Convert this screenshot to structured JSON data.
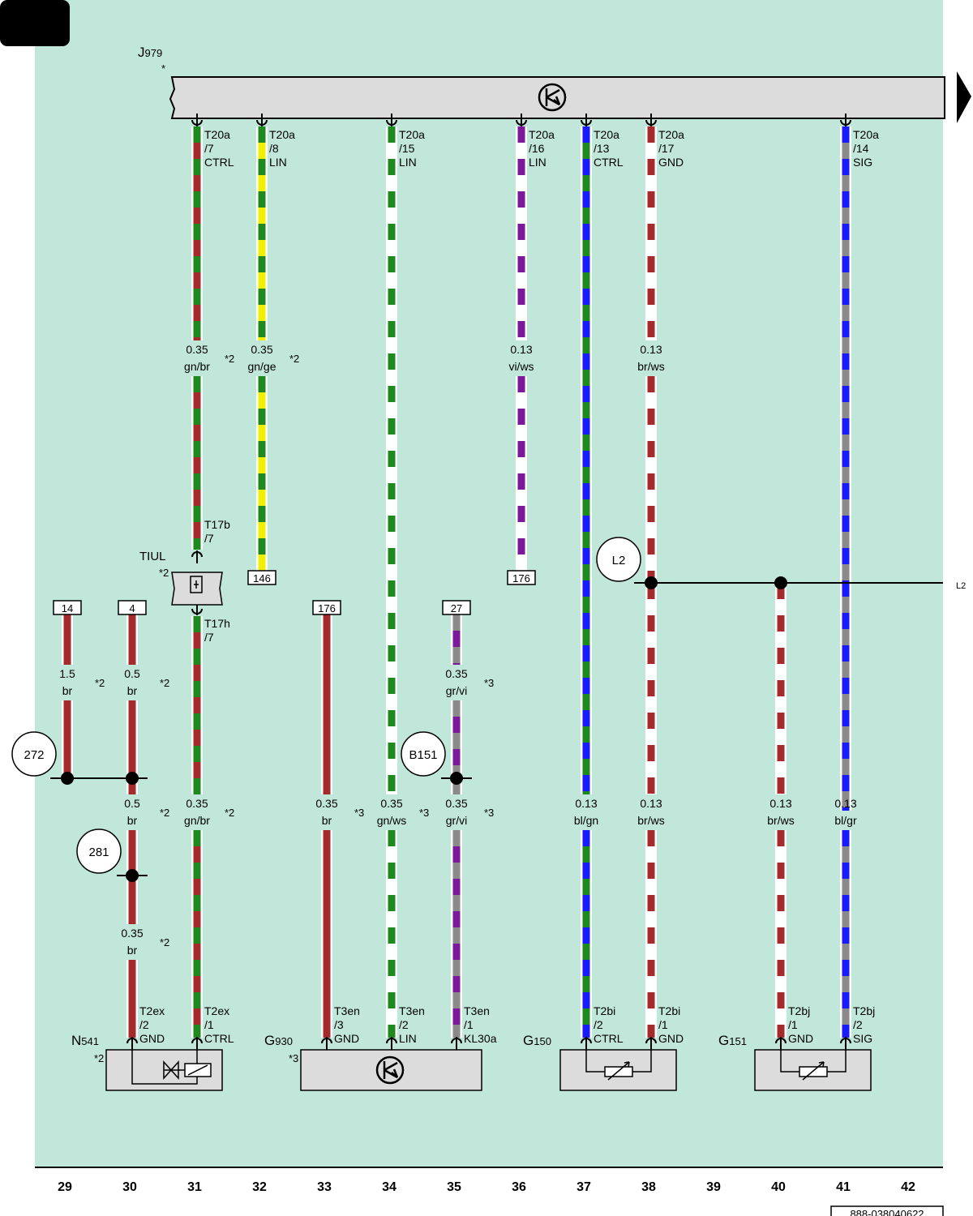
{
  "diagram_ref": "888-038040622",
  "columns": [
    "29",
    "30",
    "31",
    "32",
    "33",
    "34",
    "35",
    "36",
    "37",
    "38",
    "39",
    "40",
    "41",
    "42"
  ],
  "colors": {
    "background": "#c1e6da",
    "component_fill": "#dcdcdc",
    "gn": "#1e8a1e",
    "br": "#a52a2a",
    "ge": "#f0f000",
    "ws": "#ffffff",
    "vi": "#7a1a9a",
    "bl": "#1a1aff",
    "gr": "#8a8a8a"
  },
  "components": {
    "j979": {
      "name": "J",
      "sub": "979",
      "note": "*",
      "icon": "control-unit-icon"
    },
    "tiul": {
      "name": "TIUL",
      "note": "*2",
      "icon": "connector-coupling-icon"
    },
    "n541": {
      "name": "N",
      "sub": "541",
      "note": "*2",
      "icon": "solenoid-valve-icon"
    },
    "g930": {
      "name": "G",
      "sub": "930",
      "note": "*3",
      "icon": "control-unit-icon"
    },
    "g150": {
      "name": "G",
      "sub": "150",
      "icon": "variable-resistor-icon"
    },
    "g151": {
      "name": "G",
      "sub": "151",
      "icon": "variable-resistor-icon"
    }
  },
  "pins": [
    {
      "id": "j31",
      "connector": "T20a",
      "pin": "/7",
      "func": "CTRL"
    },
    {
      "id": "j32",
      "connector": "T20a",
      "pin": "/8",
      "func": "LIN"
    },
    {
      "id": "j34",
      "connector": "T20a",
      "pin": "/15",
      "func": "LIN"
    },
    {
      "id": "j36",
      "connector": "T20a",
      "pin": "/16",
      "func": "LIN"
    },
    {
      "id": "j37",
      "connector": "T20a",
      "pin": "/13",
      "func": "CTRL"
    },
    {
      "id": "j38",
      "connector": "T20a",
      "pin": "/17",
      "func": "GND"
    },
    {
      "id": "j41",
      "connector": "T20a",
      "pin": "/14",
      "func": "SIG"
    },
    {
      "id": "tiulTop",
      "connector": "T17b",
      "pin": "/7",
      "func": ""
    },
    {
      "id": "tiulBot",
      "connector": "T17h",
      "pin": "/7",
      "func": ""
    },
    {
      "id": "b30",
      "connector": "T2ex",
      "pin": "/2",
      "func": "GND"
    },
    {
      "id": "b31",
      "connector": "T2ex",
      "pin": "/1",
      "func": "CTRL"
    },
    {
      "id": "b33",
      "connector": "T3en",
      "pin": "/3",
      "func": "GND"
    },
    {
      "id": "b34",
      "connector": "T3en",
      "pin": "/2",
      "func": "LIN"
    },
    {
      "id": "b35",
      "connector": "T3en",
      "pin": "/1",
      "func": "KL30a"
    },
    {
      "id": "b37",
      "connector": "T2bi",
      "pin": "/2",
      "func": "CTRL"
    },
    {
      "id": "b38",
      "connector": "T2bi",
      "pin": "/1",
      "func": "GND"
    },
    {
      "id": "b40",
      "connector": "T2bj",
      "pin": "/1",
      "func": "GND"
    },
    {
      "id": "b41",
      "connector": "T2bj",
      "pin": "/2",
      "func": "SIG"
    }
  ],
  "wires": [
    {
      "id": "w29",
      "col": "29",
      "c1": "br",
      "c2": "br",
      "size": "1.5",
      "code": "br",
      "note": "*2"
    },
    {
      "id": "w30a",
      "col": "30",
      "c1": "br",
      "c2": "br",
      "size": "0.5",
      "code": "br",
      "note": "*2"
    },
    {
      "id": "w30b",
      "col": "30",
      "c1": "br",
      "c2": "br",
      "size": "0.5",
      "code": "br",
      "note": "*2"
    },
    {
      "id": "w30c",
      "col": "30",
      "c1": "br",
      "c2": "br",
      "size": "0.35",
      "code": "br",
      "note": "*2"
    },
    {
      "id": "w31a",
      "col": "31",
      "c1": "gn",
      "c2": "br",
      "size": "0.35",
      "code": "gn/br",
      "note": "*2"
    },
    {
      "id": "w31b",
      "col": "31",
      "c1": "gn",
      "c2": "br",
      "size": "0.35",
      "code": "gn/br",
      "note": "*2"
    },
    {
      "id": "w32",
      "col": "32",
      "c1": "gn",
      "c2": "ge",
      "size": "0.35",
      "code": "gn/ge",
      "note": "*2"
    },
    {
      "id": "w33",
      "col": "33",
      "c1": "br",
      "c2": "br",
      "size": "0.35",
      "code": "br",
      "note": "*3"
    },
    {
      "id": "w34",
      "col": "34",
      "c1": "gn",
      "c2": "ws",
      "size": "0.35",
      "code": "gn/ws",
      "note": "*3"
    },
    {
      "id": "w35a",
      "col": "35",
      "c1": "gr",
      "c2": "vi",
      "size": "0.35",
      "code": "gr/vi",
      "note": "*3"
    },
    {
      "id": "w35b",
      "col": "35",
      "c1": "gr",
      "c2": "vi",
      "size": "0.35",
      "code": "gr/vi",
      "note": "*3"
    },
    {
      "id": "w36",
      "col": "36",
      "c1": "vi",
      "c2": "ws",
      "size": "0.13",
      "code": "vi/ws",
      "note": ""
    },
    {
      "id": "w37",
      "col": "37",
      "c1": "bl",
      "c2": "gn",
      "size": "0.13",
      "code": "bl/gn",
      "note": ""
    },
    {
      "id": "w38a",
      "col": "38",
      "c1": "br",
      "c2": "ws",
      "size": "0.13",
      "code": "br/ws",
      "note": ""
    },
    {
      "id": "w38b",
      "col": "38",
      "c1": "br",
      "c2": "ws",
      "size": "0.13",
      "code": "br/ws",
      "note": ""
    },
    {
      "id": "w40",
      "col": "40",
      "c1": "br",
      "c2": "ws",
      "size": "0.13",
      "code": "br/ws",
      "note": ""
    },
    {
      "id": "w41a",
      "col": "41",
      "c1": "bl",
      "c2": "gr",
      "size": "0.13",
      "code": "bl/gr",
      "note": ""
    },
    {
      "id": "w41b",
      "col": "41",
      "c1": "bl",
      "c2": "gr",
      "size": "0.13",
      "code": "bl/gr",
      "note": ""
    }
  ],
  "references": {
    "r14": "14",
    "r4": "4",
    "r146": "146",
    "r176a": "176",
    "r27": "27",
    "r176b": "176"
  },
  "circles": {
    "c272": "272",
    "c281": "281",
    "cB151": "B151",
    "cL2": "L2"
  },
  "continuation_label": "L2"
}
